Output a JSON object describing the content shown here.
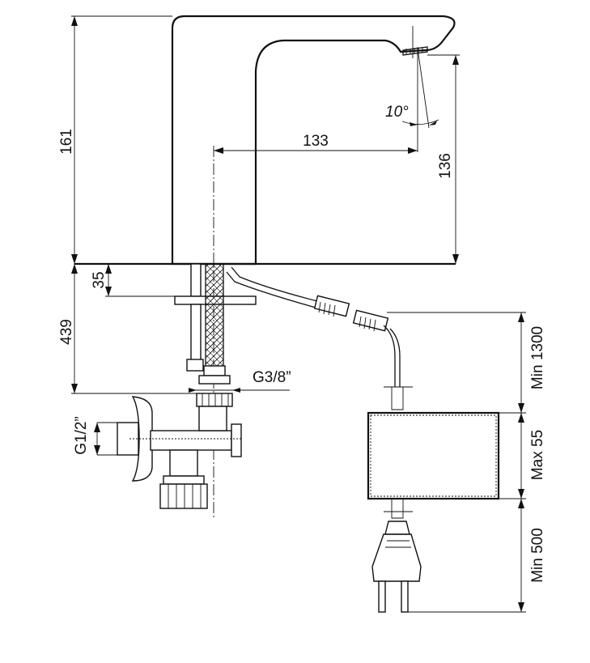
{
  "dimensions": {
    "height_total": "161",
    "reach": "133",
    "spout_height": "136",
    "angle": "10°",
    "base_thickness": "35",
    "hose_length": "439",
    "hose_thread": "G3/8”",
    "valve_thread": "G1/2”",
    "cable_min": "Min 1300",
    "box_max": "Max 55",
    "plug_cable_min": "Min 500"
  }
}
